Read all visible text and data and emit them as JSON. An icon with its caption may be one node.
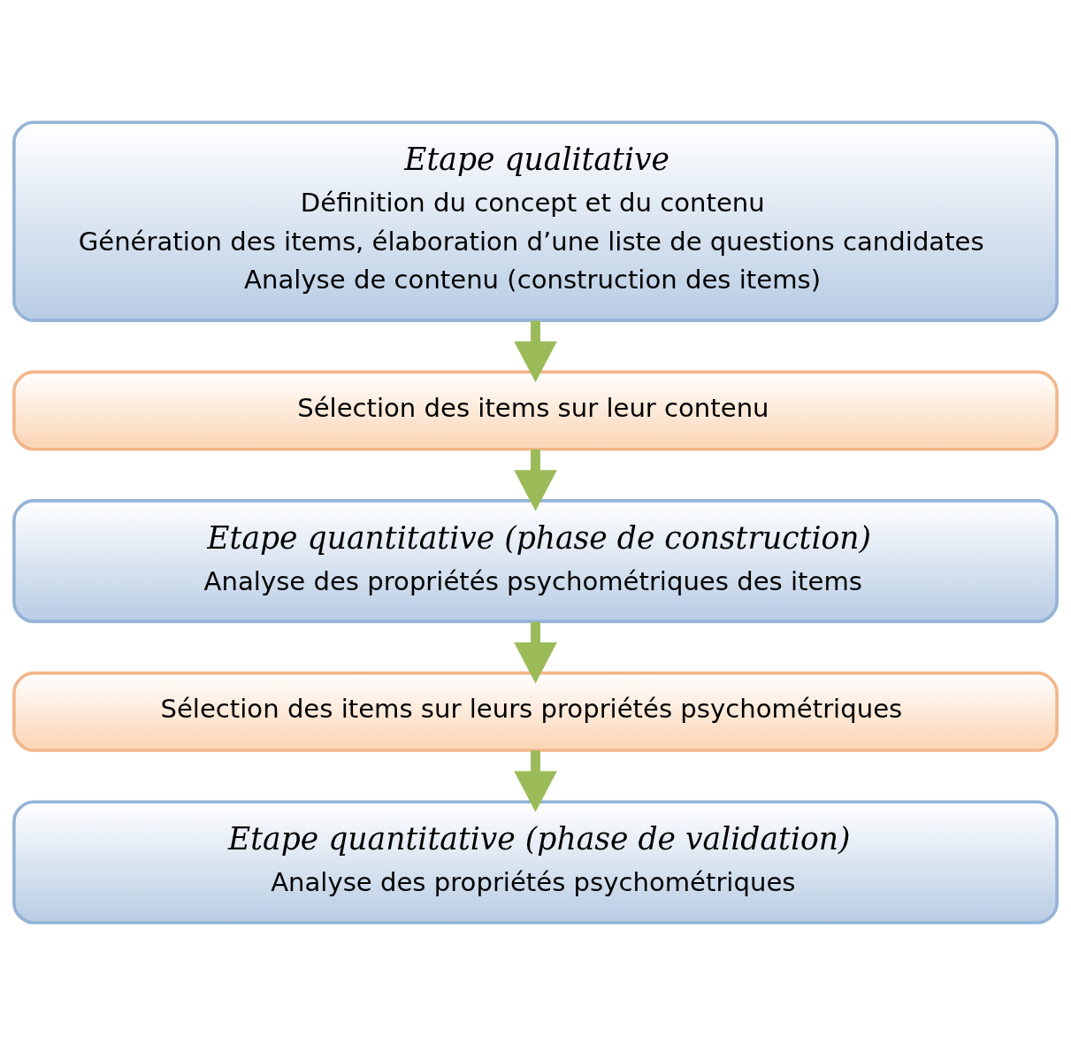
{
  "diagram": {
    "nodes": [
      {
        "text": [
          "Etape qualitative",
          "Définition du concept et du contenu",
          "Génération des items, élaboration d’une liste de questions candidates",
          "Analyse de contenu (construction des items)"
        ]
      },
      {
        "text": [
          "Sélection des items sur leur contenu"
        ]
      },
      {
        "text": [
          "Etape quantitative (phase de construction)",
          "Analyse des propriétés psychométriques des items"
        ]
      },
      {
        "text": [
          "Sélection des items sur leurs propriétés psychométriques"
        ]
      },
      {
        "text": [
          "Etape quantitative (phase de validation)",
          "Analyse des propriétés psychométriques"
        ]
      }
    ],
    "edges": [
      {
        "from": 0,
        "to": 1,
        "arrow": "to"
      },
      {
        "from": 1,
        "to": 2,
        "arrow": "to"
      },
      {
        "from": 2,
        "to": 3,
        "arrow": "to"
      },
      {
        "from": 3,
        "to": 4,
        "arrow": "to"
      }
    ]
  }
}
